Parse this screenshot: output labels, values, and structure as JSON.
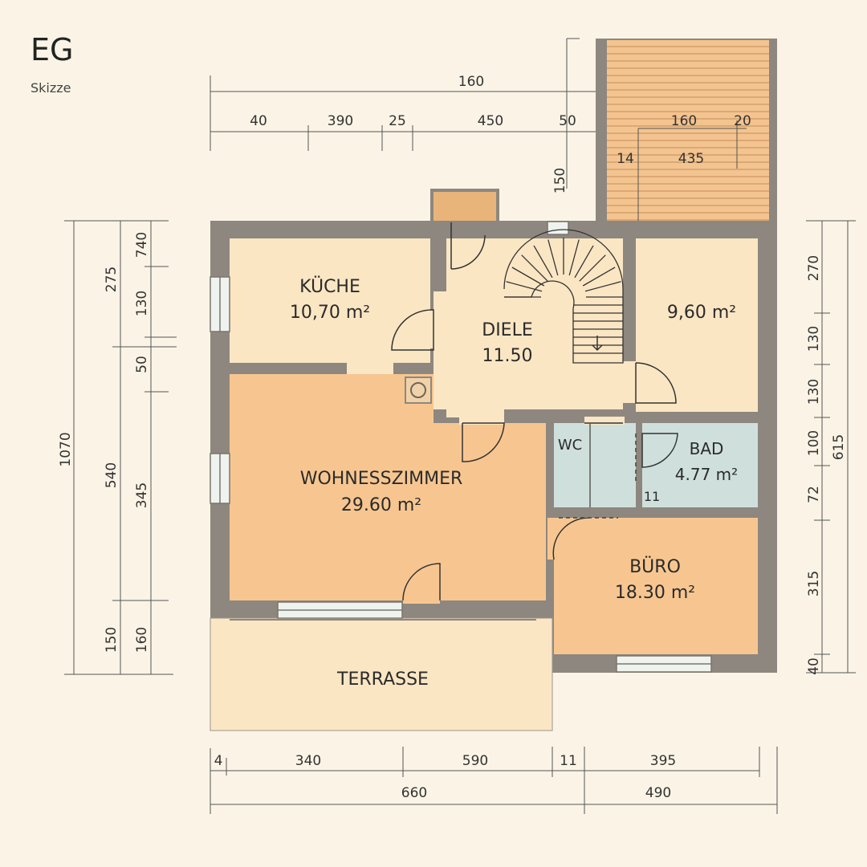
{
  "header": {
    "title": "EG",
    "subtitle": "Skizze"
  },
  "rooms": {
    "kueche": {
      "name": "KÜCHE",
      "area": "10,70 m²"
    },
    "diele": {
      "name": "DIELE",
      "area": "11.50"
    },
    "room_ne": {
      "area": "9,60 m²"
    },
    "wohn": {
      "name": "WOHNESSZIMMER",
      "area": "29.60 m²"
    },
    "wc": {
      "name": "WC"
    },
    "bad": {
      "name": "BAD",
      "area": "4.77 m²",
      "extra": "11"
    },
    "buero": {
      "name": "BÜRO",
      "area": "18.30 m²"
    },
    "terrasse": {
      "name": "TERRASSE"
    }
  },
  "dimensions": {
    "top_total": "160",
    "top_parts": [
      "40",
      "390",
      "25",
      "450",
      "50"
    ],
    "stair_vertical": "150",
    "deck": [
      "160",
      "20",
      "14",
      "435"
    ],
    "left_total": "1070",
    "left_mid": [
      "275",
      "540",
      "150"
    ],
    "left_inner": [
      "740",
      "130",
      "50",
      "345",
      "160"
    ],
    "right_inner": [
      "270",
      "130",
      "130",
      "100",
      "72",
      "315",
      "40"
    ],
    "right_total": "615",
    "bottom_parts": [
      "4",
      "340",
      "590",
      "11",
      "395"
    ],
    "bottom_totals": [
      "660",
      "490"
    ]
  },
  "colors": {
    "wall": "#8d877f",
    "room_light": "#fbe6c4",
    "room_orange": "#f7c690",
    "wet_room": "#cfe0dc",
    "deck": "#f3c48f",
    "deck_line": "#c48c58",
    "dim_line": "#555555"
  }
}
